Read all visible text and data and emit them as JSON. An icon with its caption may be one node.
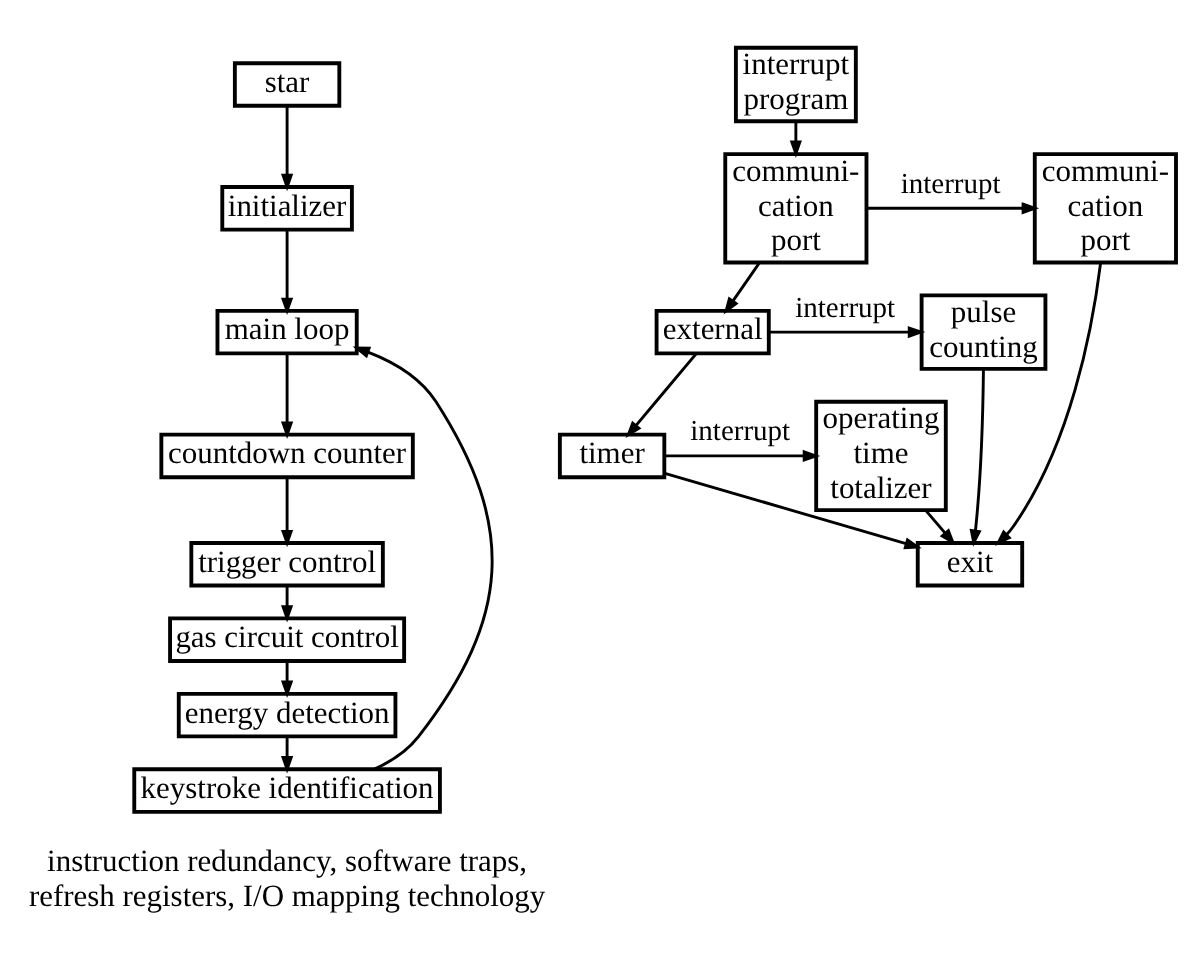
{
  "diagram": {
    "nodes": [
      {
        "text": [
          "star"
        ]
      },
      {
        "text": [
          "initializer"
        ]
      },
      {
        "text": [
          "main loop"
        ]
      },
      {
        "text": [
          "countdown counter"
        ]
      },
      {
        "text": [
          "trigger control"
        ]
      },
      {
        "text": [
          "gas circuit control"
        ]
      },
      {
        "text": [
          "energy detection"
        ]
      },
      {
        "text": [
          "keystroke identification"
        ]
      },
      {
        "text": [
          "interrupt program"
        ]
      },
      {
        "text": [
          "communi- cation port"
        ]
      },
      {
        "text": [
          "communi- cation port"
        ]
      },
      {
        "text": [
          "external"
        ]
      },
      {
        "text": [
          "pulse counting"
        ]
      },
      {
        "text": [
          "timer"
        ]
      },
      {
        "text": [
          "operating time totalizer"
        ]
      },
      {
        "text": [
          "exit"
        ]
      }
    ],
    "edges": [
      {
        "from": 0,
        "to": 1,
        "arrow": "to"
      },
      {
        "from": 1,
        "to": 2,
        "arrow": "to"
      },
      {
        "from": 2,
        "to": 3,
        "arrow": "to"
      },
      {
        "from": 3,
        "to": 4,
        "arrow": "to"
      },
      {
        "from": 4,
        "to": 5,
        "arrow": "to"
      },
      {
        "from": 5,
        "to": 6,
        "arrow": "to"
      },
      {
        "from": 6,
        "to": 7,
        "arrow": "to"
      },
      {
        "from": 7,
        "to": 2,
        "arrow": "to"
      },
      {
        "from": 8,
        "to": 9,
        "arrow": "to"
      },
      {
        "from": 9,
        "to": 10,
        "arrow": "to",
        "label": "interrupt"
      },
      {
        "from": 9,
        "to": 11,
        "arrow": "to"
      },
      {
        "from": 11,
        "to": 12,
        "arrow": "to",
        "label": "interrupt"
      },
      {
        "from": 11,
        "to": 13,
        "arrow": "to"
      },
      {
        "from": 13,
        "to": 14,
        "arrow": "to",
        "label": "interrupt"
      },
      {
        "from": 13,
        "to": 15,
        "arrow": "to"
      },
      {
        "from": 10,
        "to": 15,
        "arrow": "to"
      },
      {
        "from": 12,
        "to": 15,
        "arrow": "to"
      },
      {
        "from": 14,
        "to": 15,
        "arrow": "to"
      }
    ],
    "labels": [
      "instruction redundancy, software traps, refresh registers, I/O mapping technology"
    ]
  }
}
